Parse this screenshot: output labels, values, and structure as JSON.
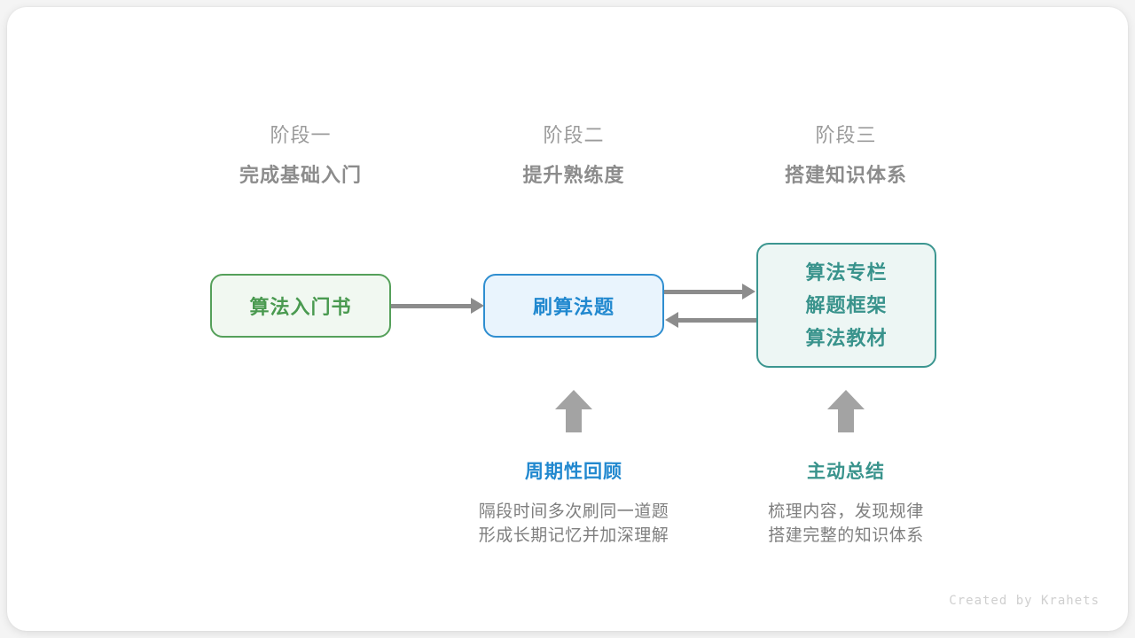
{
  "diagram": {
    "phases": [
      {
        "number": "阶段一",
        "title": "完成基础入门"
      },
      {
        "number": "阶段二",
        "title": "提升熟练度"
      },
      {
        "number": "阶段三",
        "title": "搭建知识体系"
      }
    ],
    "nodes": {
      "book": {
        "label": "算法入门书",
        "color": "#4a9a50",
        "fill": "#f1f8f1",
        "border": "#55a05a"
      },
      "practice": {
        "label": "刷算法题",
        "color": "#2188cf",
        "fill": "#e9f4fd",
        "border": "#2f8ed0"
      },
      "resources": {
        "lines": [
          "算法专栏",
          "解题框架",
          "算法教材"
        ],
        "color": "#39938c",
        "fill": "#edf6f4",
        "border": "#3c9690"
      }
    },
    "connectors": [
      {
        "name": "book-to-practice",
        "from": "算法入门书",
        "to": "刷算法题",
        "direction": "right"
      },
      {
        "name": "practice-to-resources",
        "from": "刷算法题",
        "to": "算法专栏/解题框架/算法教材",
        "direction": "right"
      },
      {
        "name": "resources-to-practice",
        "from": "算法专栏/解题框架/算法教材",
        "to": "刷算法题",
        "direction": "left"
      }
    ],
    "captions": [
      {
        "title": "周期性回顾",
        "color": "#2188cf",
        "desc_line1": "隔段时间多次刷同一道题",
        "desc_line2": "形成长期记忆并加深理解"
      },
      {
        "title": "主动总结",
        "color": "#39938c",
        "desc_line1": "梳理内容，发现规律",
        "desc_line2": "搭建完整的知识体系"
      }
    ],
    "watermark": "Created by Krahets"
  }
}
